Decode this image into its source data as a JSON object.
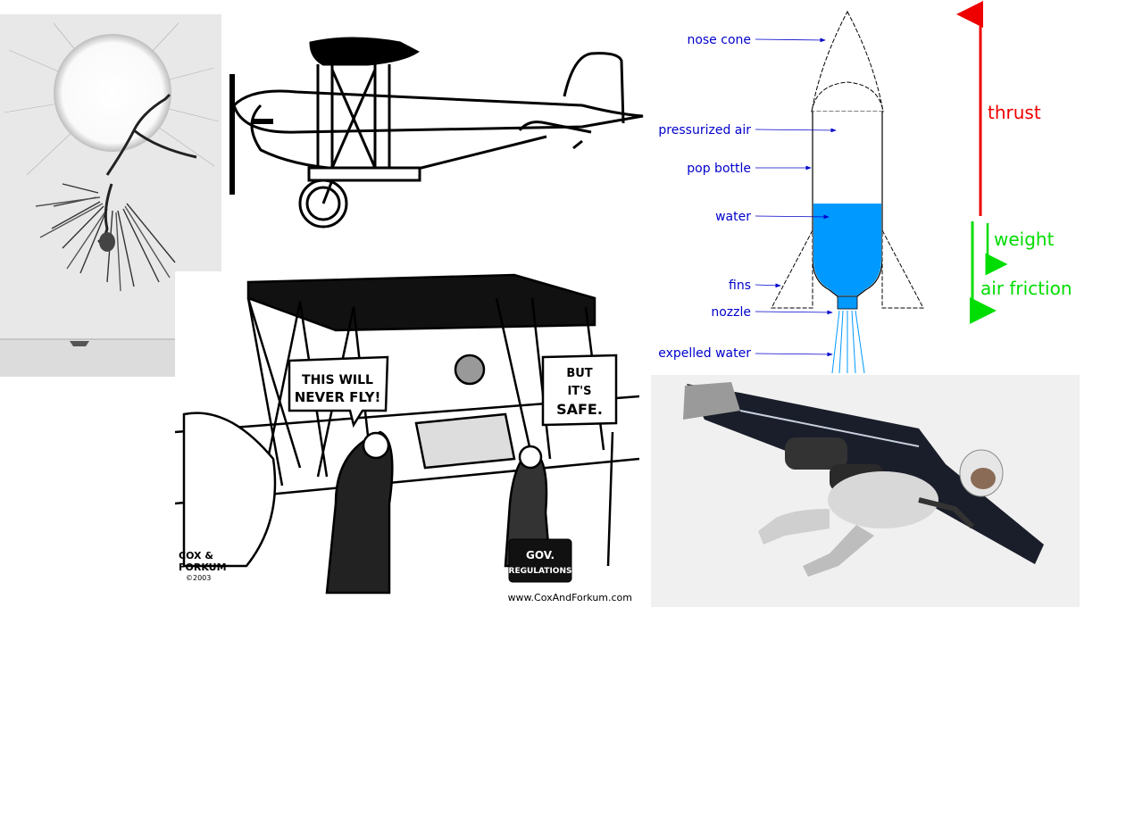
{
  "cartoon": {
    "bubble_left_line1": "THIS WILL",
    "bubble_left_line2": "NEVER FLY!",
    "bubble_right_line1": "BUT",
    "bubble_right_line2": "IT'S",
    "bubble_right_line3": "SAFE.",
    "briefcase_line1": "GOV.",
    "briefcase_line2": "REGULATIONS",
    "signature_line1": "COX &",
    "signature_line2": "FORKUM",
    "signature_line3": "©2003",
    "website": "www.CoxAndForkum.com"
  },
  "rocket_diagram": {
    "labels": {
      "nose_cone": "nose cone",
      "pressurized_air": "pressurized air",
      "pop_bottle": "pop bottle",
      "water": "water",
      "fins": "fins",
      "nozzle": "nozzle",
      "expelled_water": "expelled water"
    },
    "forces": {
      "thrust": "thrust",
      "weight": "weight",
      "air_friction": "air friction"
    },
    "colors": {
      "label": "#0000cc",
      "water": "#0099ff",
      "thrust": "#ee0000",
      "weight": "#00dd00"
    }
  }
}
